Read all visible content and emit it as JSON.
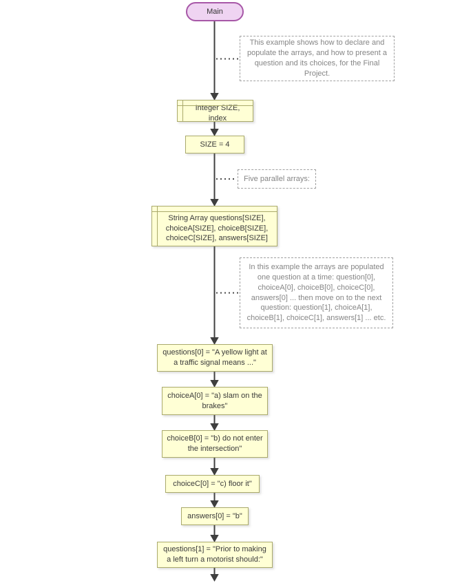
{
  "diagram": {
    "start": {
      "label": "Main"
    },
    "nodes": {
      "declare1": {
        "text": "Integer SIZE, index"
      },
      "assign_size": {
        "text": "SIZE = 4"
      },
      "declare2": {
        "text": "String Array questions[SIZE], choiceA[SIZE], choiceB[SIZE], choiceC[SIZE], answers[SIZE]"
      },
      "assign_q0": {
        "text": "questions[0] = \"A yellow light at a traffic signal means ...\""
      },
      "assign_ca0": {
        "text": "choiceA[0] = \"a) slam on the brakes\""
      },
      "assign_cb0": {
        "text": "choiceB[0] = \"b) do not enter the intersection\""
      },
      "assign_cc0": {
        "text": "choiceC[0] = \"c) floor it\""
      },
      "assign_ans0": {
        "text": "answers[0] = \"b\""
      },
      "assign_q1": {
        "text": "questions[1] = \"Prior to making a left turn a motorist should:\""
      }
    },
    "comments": {
      "intro": {
        "text": "This example shows how to declare and populate the arrays, and how to present a question and its choices, for the Final Project."
      },
      "five_arrays": {
        "text": "Five parallel arrays:"
      },
      "populate": {
        "text": "In this example the arrays are populated one question at a time: question[0], choiceA[0], choiceB[0], choiceC[0], answers[0] ... then move on to the next question: question[1], choiceA[1], choiceB[1], choiceC[1], answers[1] ... etc."
      }
    },
    "colors": {
      "node_fill": "#FFFFD5",
      "node_border": "#A9A96B",
      "start_fill": "#EFD4F2",
      "start_border": "#A757A7",
      "comment_border": "#A0A0A0",
      "comment_text": "#858585",
      "line": "#3F3F3F"
    }
  }
}
